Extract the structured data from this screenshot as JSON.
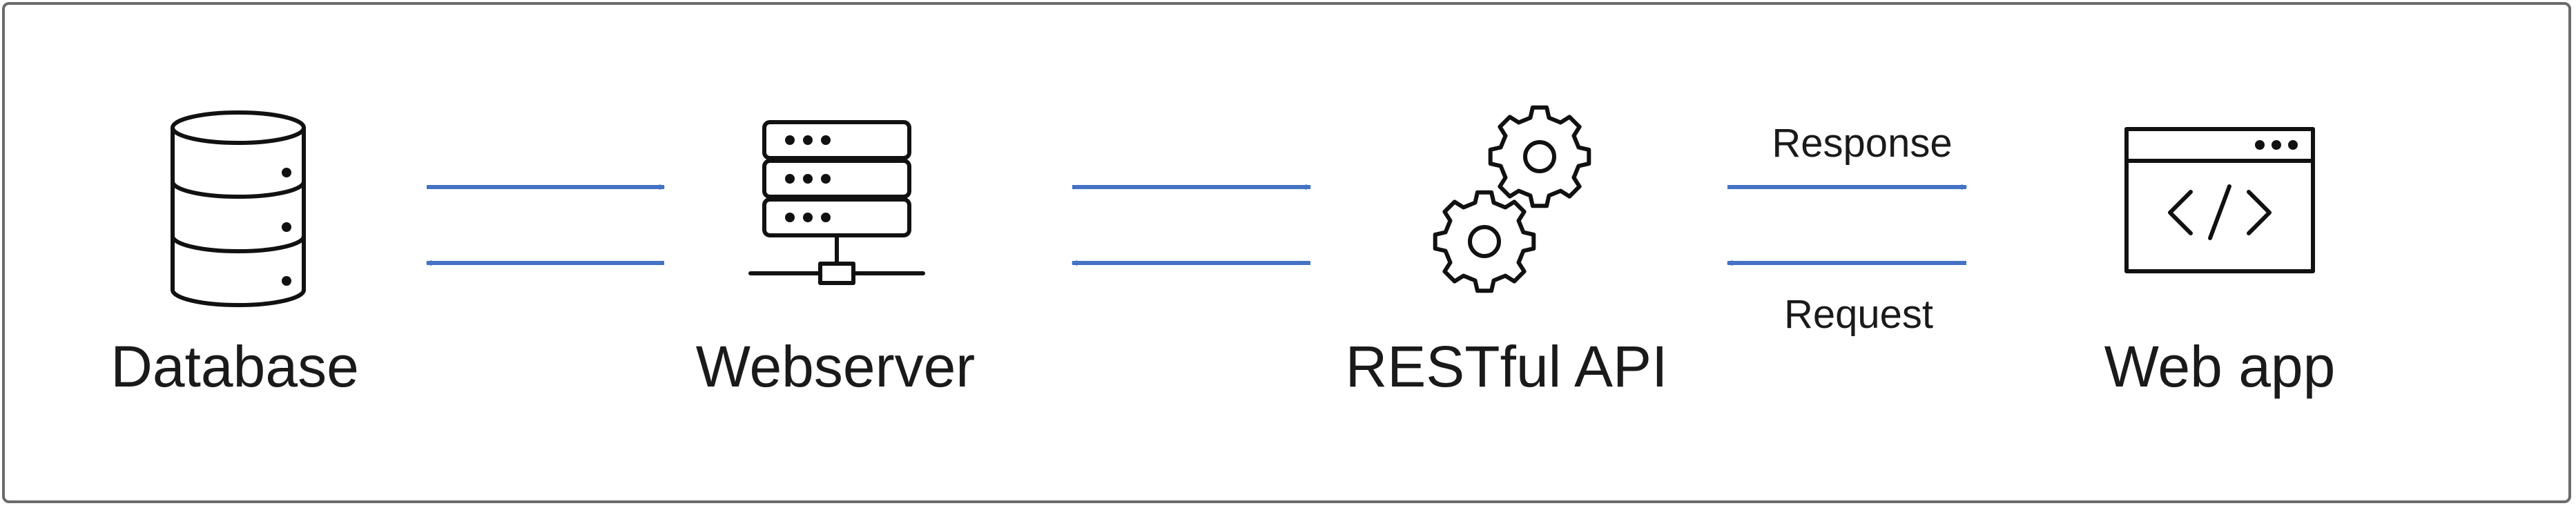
{
  "diagram": {
    "colors": {
      "arrow": "#4472c4",
      "ink": "#111111",
      "frame": "#6b6b6b"
    },
    "nodes": [
      {
        "id": "database",
        "label": "Database",
        "icon": "database-icon"
      },
      {
        "id": "webserver",
        "label": "Webserver",
        "icon": "server-icon"
      },
      {
        "id": "restful-api",
        "label": "RESTful API",
        "icon": "gears-icon"
      },
      {
        "id": "web-app",
        "label": "Web app",
        "icon": "browser-code-icon"
      }
    ],
    "edges": [
      {
        "from": "database",
        "to": "webserver",
        "label": ""
      },
      {
        "from": "webserver",
        "to": "database",
        "label": ""
      },
      {
        "from": "webserver",
        "to": "restful-api",
        "label": ""
      },
      {
        "from": "restful-api",
        "to": "webserver",
        "label": ""
      },
      {
        "from": "restful-api",
        "to": "web-app",
        "label": "Response"
      },
      {
        "from": "web-app",
        "to": "restful-api",
        "label": "Request"
      }
    ]
  }
}
